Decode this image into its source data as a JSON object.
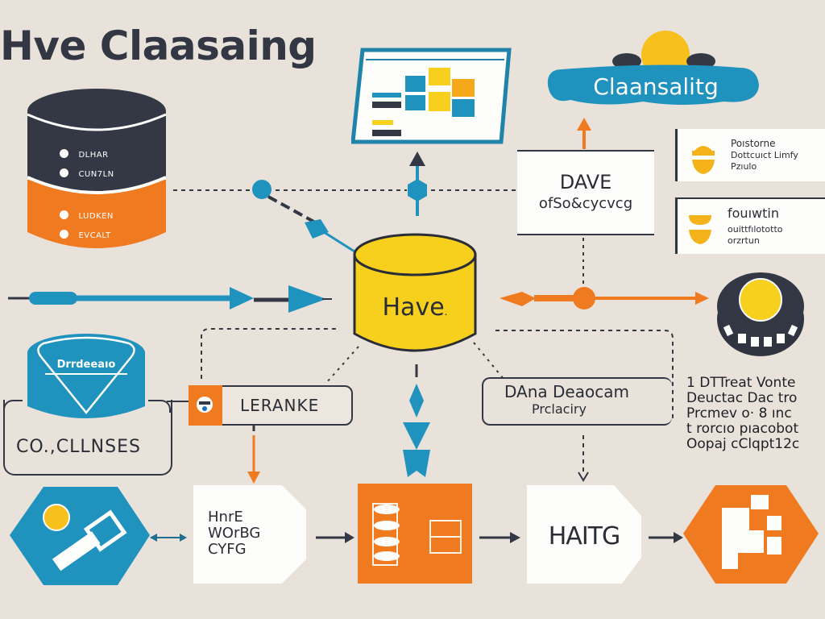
{
  "title": "Hve Claasaing",
  "colors": {
    "background": "#e8e2da",
    "dark": "#343844",
    "orange": "#f07a20",
    "blue": "#1f93be",
    "yellow": "#f7cf1d",
    "white": "#fdfdfb"
  },
  "database_stack": {
    "top_items": [
      "DLHAR",
      "CUN7LN"
    ],
    "bottom_items": [
      "LUDKEN",
      "EVCALT"
    ]
  },
  "dashboard_icon": "dashboard-screen-icon",
  "cloud_badge": {
    "label": "Claansalitg",
    "icon": "sun-cloud-icon"
  },
  "dave_card": {
    "title": "DAVE",
    "subtitle": "ofSo&cycvcg"
  },
  "info_cards": [
    {
      "icon": "yellow-bell-icon",
      "lines": [
        "Poıstorne",
        "Dottcuıct Limfy",
        "Pzıulo"
      ]
    },
    {
      "icon": "yellow-bowl-icon",
      "lines": [
        "fouıwtin",
        "ouittfılototto",
        "orzrtun"
      ]
    }
  ],
  "center_db": {
    "label": "Have",
    "mark": "."
  },
  "left_db": {
    "label": "Drrdeeaıo"
  },
  "left_group": {
    "label": "CO.,CLLNSES"
  },
  "lerange_box": {
    "label": "LERANKE",
    "icon": "badge-icon"
  },
  "data_box": {
    "line1": "DAna Deaocam",
    "line2": "Prclaciry"
  },
  "right_text": [
    "1 DTTreat Vonte",
    "Deuctac Dac tro",
    "Prcmev o· 8 ınc",
    "t rorcıo pıacobot",
    "Oopaj cClqpt12c"
  ],
  "bottom_row": {
    "tool_icon": "usb-tool-icon",
    "doc1_lines": [
      "HnrE",
      "WOrBG",
      "CYFG"
    ],
    "stack_icon": "database-table-icon",
    "doc2_label": "HAITG",
    "puzzle_icon": "puzzle-blocks-icon"
  }
}
